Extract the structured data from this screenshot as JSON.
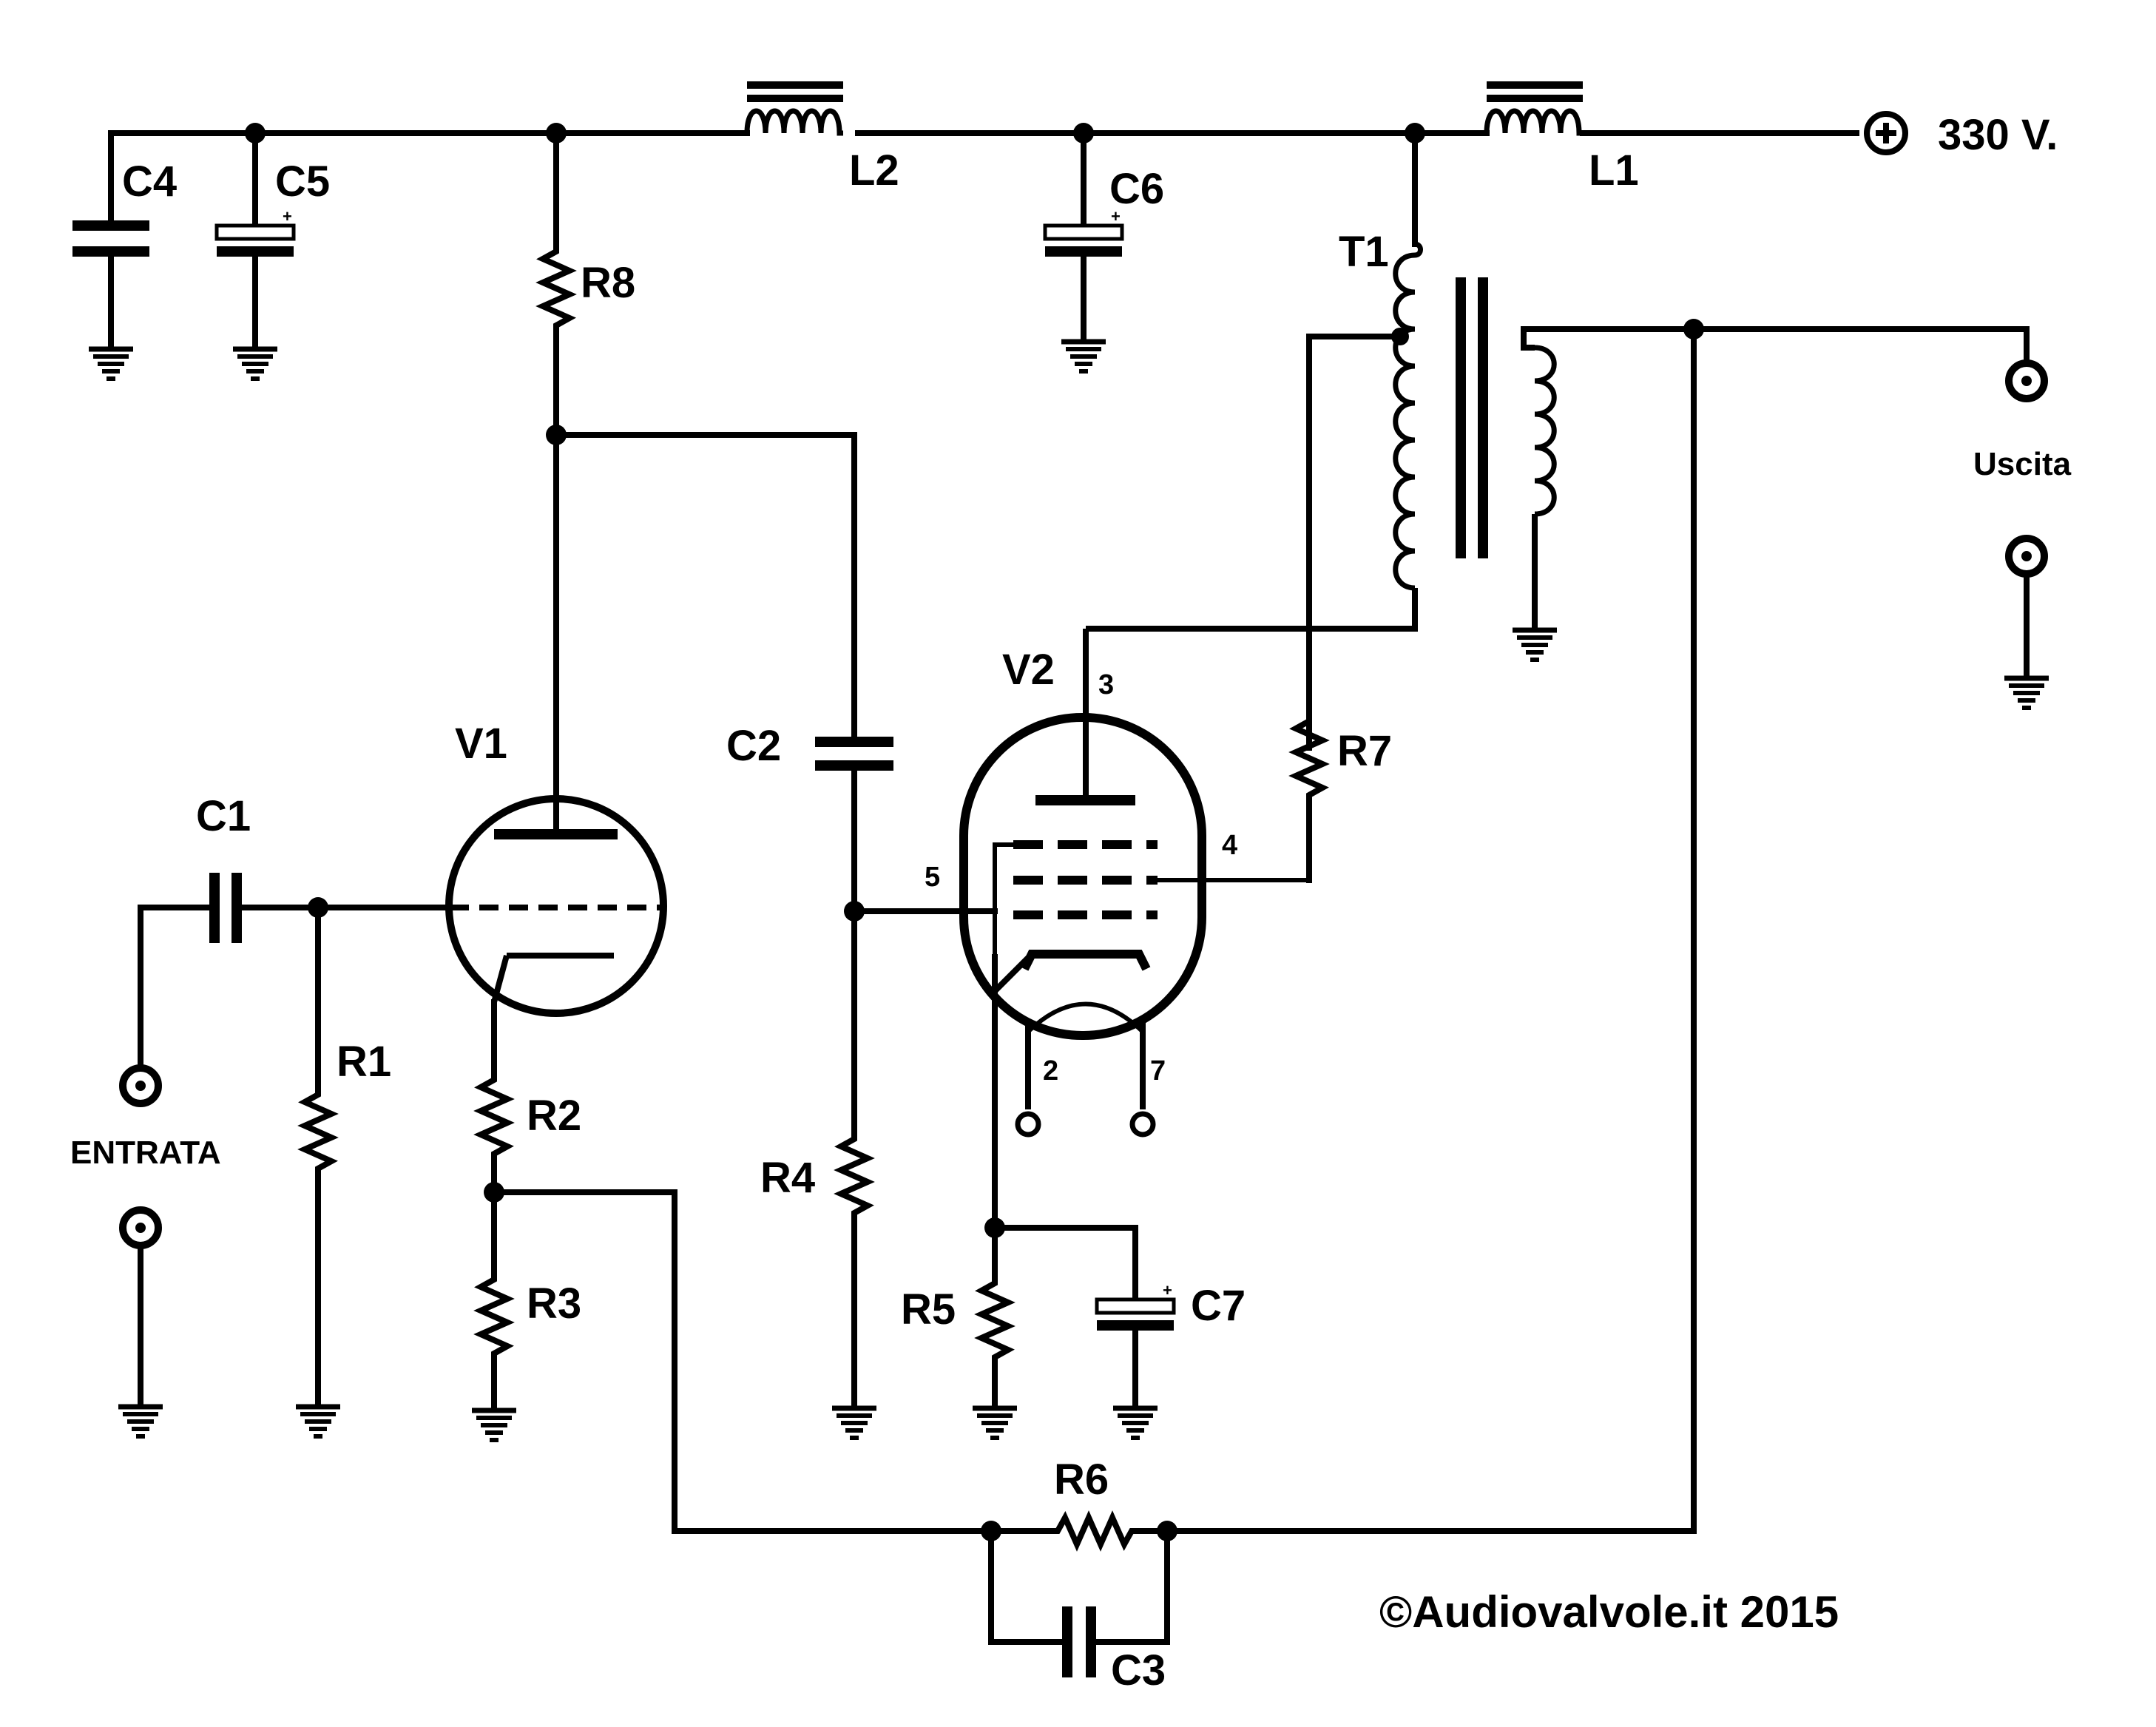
{
  "supply": {
    "label": "330 V."
  },
  "components": {
    "C1": "C1",
    "C2": "C2",
    "C3": "C3",
    "C4": "C4",
    "C5": "C5",
    "C6": "C6",
    "C7": "C7",
    "R1": "R1",
    "R2": "R2",
    "R3": "R3",
    "R4": "R4",
    "R5": "R5",
    "R6": "R6",
    "R7": "R7",
    "R8": "R8",
    "L1": "L1",
    "L2": "L2",
    "T1": "T1",
    "V1": "V1",
    "V2": "V2"
  },
  "pins": {
    "p3": "3",
    "p4": "4",
    "p5": "5",
    "p2": "2",
    "p7": "7"
  },
  "terminals": {
    "input": "ENTRATA",
    "output": "Uscita"
  },
  "copyright": "©Audiovalvole.it 2015"
}
